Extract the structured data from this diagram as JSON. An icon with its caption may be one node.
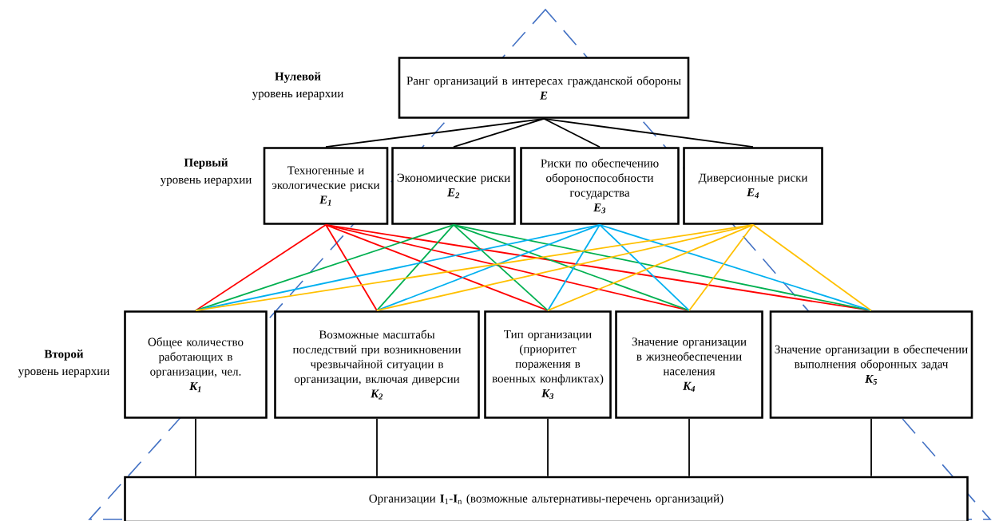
{
  "diagram": {
    "nodes": [
      {
        "text": [
          "Ранг организаций в интересах гражданской обороны",
          "E"
        ]
      },
      {
        "text": [
          "Техногенные и экологические риски",
          "E$_{1}$"
        ]
      },
      {
        "text": [
          "Экономические риски",
          "E$_{2}$"
        ]
      },
      {
        "text": [
          "Риски по обеспечению обороноспособности государства",
          "E$_{3}$"
        ]
      },
      {
        "text": [
          "Диверсионные риски",
          "E$_{4}$"
        ]
      },
      {
        "text": [
          "Общее количество работающих в организации, чел.",
          "K$_{1}$"
        ]
      },
      {
        "text": [
          "Возможные масштабы последствий при возникновении чрезвычайной ситуации в организации, включая диверсии",
          "K$_{2}$"
        ]
      },
      {
        "text": [
          "Тип организации (приоритет поражения в военных конфликтах)",
          "K$_{3}$"
        ]
      },
      {
        "text": [
          "Значение организации в жизнеобеспечении населения",
          "K$_{4}$"
        ]
      },
      {
        "text": [
          "Значение организации в обеспечении выполнения оборонных задач",
          "K$_{5}$"
        ]
      },
      {
        "text": [
          "Организации **I**$_{1}$-**I**$_{n}$ (возможные альтернативы-перечень организаций)"
        ]
      }
    ],
    "edges": [
      {
        "from": 0,
        "to": 1,
        "arrow": "none"
      },
      {
        "from": 0,
        "to": 2,
        "arrow": "none"
      },
      {
        "from": 0,
        "to": 3,
        "arrow": "none"
      },
      {
        "from": 0,
        "to": 4,
        "arrow": "none"
      },
      {
        "from": 1,
        "to": 5,
        "arrow": "none",
        "color": "#ff0000"
      },
      {
        "from": 1,
        "to": 6,
        "arrow": "none",
        "color": "#ff0000"
      },
      {
        "from": 1,
        "to": 7,
        "arrow": "none",
        "color": "#ff0000"
      },
      {
        "from": 1,
        "to": 8,
        "arrow": "none",
        "color": "#ff0000"
      },
      {
        "from": 1,
        "to": 9,
        "arrow": "none",
        "color": "#ff0000"
      },
      {
        "from": 2,
        "to": 5,
        "arrow": "none",
        "color": "#00b050"
      },
      {
        "from": 2,
        "to": 6,
        "arrow": "none",
        "color": "#00b050"
      },
      {
        "from": 2,
        "to": 7,
        "arrow": "none",
        "color": "#00b050"
      },
      {
        "from": 2,
        "to": 8,
        "arrow": "none",
        "color": "#00b050"
      },
      {
        "from": 2,
        "to": 9,
        "arrow": "none",
        "color": "#00b050"
      },
      {
        "from": 3,
        "to": 5,
        "arrow": "none",
        "color": "#00b0f0"
      },
      {
        "from": 3,
        "to": 6,
        "arrow": "none",
        "color": "#00b0f0"
      },
      {
        "from": 3,
        "to": 7,
        "arrow": "none",
        "color": "#00b0f0"
      },
      {
        "from": 3,
        "to": 8,
        "arrow": "none",
        "color": "#00b0f0"
      },
      {
        "from": 3,
        "to": 9,
        "arrow": "none",
        "color": "#00b0f0"
      },
      {
        "from": 4,
        "to": 5,
        "arrow": "none",
        "color": "#ffc000"
      },
      {
        "from": 4,
        "to": 6,
        "arrow": "none",
        "color": "#ffc000"
      },
      {
        "from": 4,
        "to": 7,
        "arrow": "none",
        "color": "#ffc000"
      },
      {
        "from": 4,
        "to": 8,
        "arrow": "none",
        "color": "#ffc000"
      },
      {
        "from": 4,
        "to": 9,
        "arrow": "none",
        "color": "#ffc000"
      },
      {
        "from": 5,
        "to": 10,
        "arrow": "none"
      },
      {
        "from": 6,
        "to": 10,
        "arrow": "none"
      },
      {
        "from": 7,
        "to": 10,
        "arrow": "none"
      },
      {
        "from": 8,
        "to": 10,
        "arrow": "none"
      },
      {
        "from": 9,
        "to": 10,
        "arrow": "none"
      }
    ],
    "labels": [
      "Нулевой",
      "уровень иерархии",
      "Первый",
      "уровень иерархии",
      "Второй",
      "уровень иерархии"
    ]
  }
}
